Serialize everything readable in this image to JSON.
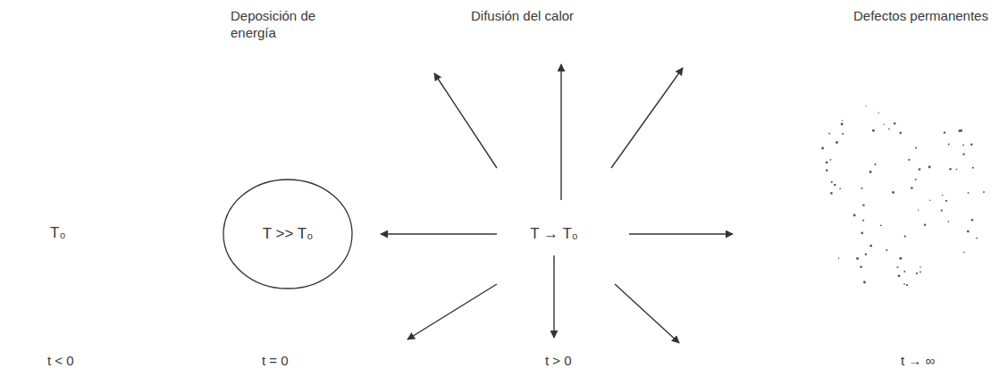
{
  "diagram": {
    "nodes": [
      {
        "text": [
          "T >> T₀"
        ]
      }
    ],
    "labels": [
      "Deposición de energía",
      "Difusión del calor",
      "Defectos permanentes",
      "T₀",
      "T → T₀",
      "t < 0",
      "t = 0",
      "t > 0",
      "t → ∞"
    ]
  }
}
